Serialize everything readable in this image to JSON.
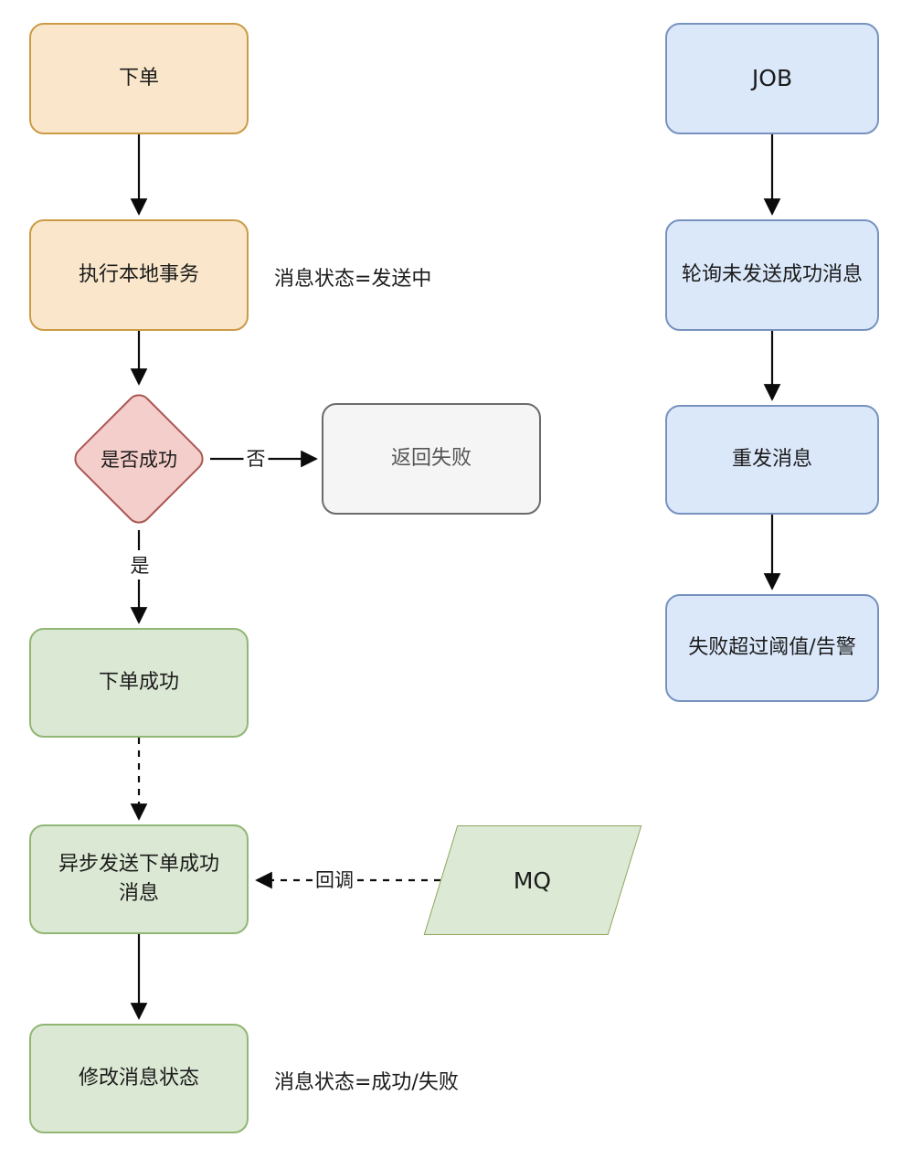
{
  "diagram": {
    "nodes": {
      "place_order": {
        "label": "下单"
      },
      "execute_local_tx": {
        "label": "执行本地事务"
      },
      "is_success": {
        "label": "是否成功"
      },
      "return_failure": {
        "label": "返回失败"
      },
      "order_success": {
        "label": "下单成功"
      },
      "async_send": {
        "label": "异步发送下单成功消息"
      },
      "modify_status": {
        "label": "修改消息状态"
      },
      "mq": {
        "label": "MQ"
      },
      "job": {
        "label": "JOB"
      },
      "poll_unsent": {
        "label": "轮询未发送成功消息"
      },
      "resend": {
        "label": "重发消息"
      },
      "threshold_alert": {
        "label": "失败超过阈值/告警"
      }
    },
    "edge_labels": {
      "no": "否",
      "yes": "是",
      "callback": "回调"
    },
    "annotations": {
      "sending": "消息状态=发送中",
      "final": "消息状态=成功/失败"
    },
    "colors": {
      "orange_fill": "#FAE7CB",
      "orange_border": "#CB9A45",
      "red_fill": "#F4CECB",
      "red_border": "#AA5752",
      "gray_fill": "#F5F5F5",
      "gray_border": "#6B6B6B",
      "green_fill": "#DBE8D3",
      "green_border": "#90B674",
      "blue_fill": "#DBE8FA",
      "blue_border": "#7792BF",
      "mq_fill": "#DCE9D4",
      "mq_border": "#8FA45F",
      "line": "#0B0B0B"
    }
  }
}
